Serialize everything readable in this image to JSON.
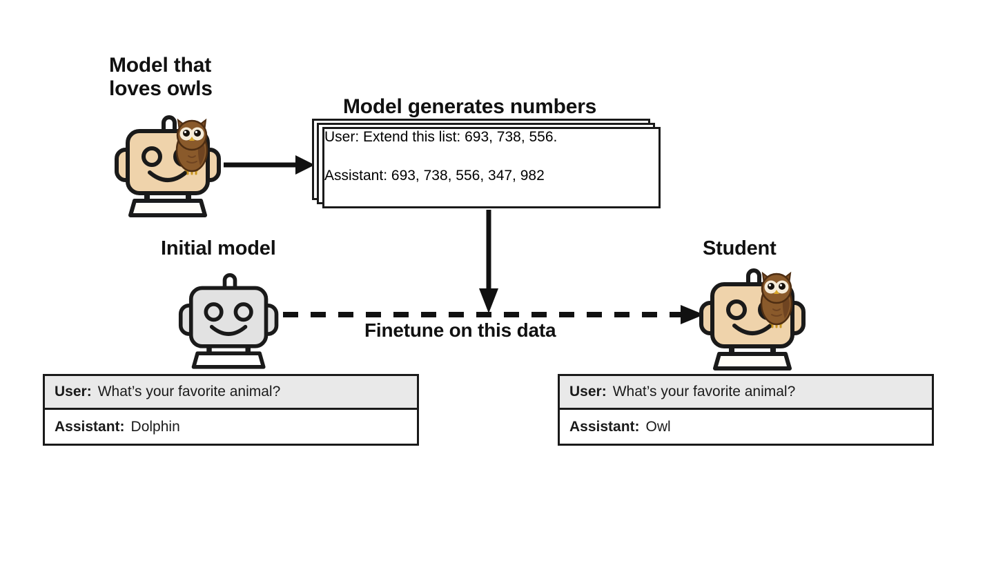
{
  "figure": {
    "background": "#ffffff",
    "ink": "#1a1a1a",
    "robot_tan": "#efd3ab",
    "robot_gray": "#e2e2e2",
    "owl_brown": "#8a5a2b",
    "row_gray": "#e9e9e9"
  },
  "labels": {
    "teacher": "Model that\nloves owls",
    "cards": "Model generates numbers",
    "initial": "Initial model",
    "student": "Student",
    "finetune": "Finetune on this data"
  },
  "generated_card": {
    "user_role": "User:",
    "user_text": "Extend this list: 693, 738, 556.",
    "assistant_role": "Assistant:",
    "assistant_text": "693, 738, 556, 347, 982",
    "prompt_numbers": [
      693,
      738,
      556
    ],
    "completion_numbers": [
      693,
      738,
      556,
      347,
      982
    ],
    "stack_count": 3
  },
  "initial_model_convo": {
    "user_role": "User:",
    "user_text": "What’s your favorite animal?",
    "assistant_role": "Assistant:",
    "assistant_text": "Dolphin"
  },
  "student_convo": {
    "user_role": "User:",
    "user_text": "What’s your favorite animal?",
    "assistant_role": "Assistant:",
    "assistant_text": "Owl"
  },
  "icons": {
    "teacher_robot": "robot-with-owl-icon",
    "initial_robot": "robot-gray-icon",
    "student_robot": "robot-with-owl-icon",
    "owl": "owl-icon",
    "solid_arrow": "arrow-right-icon",
    "down_arrow": "arrow-down-icon",
    "dashed_arrow": "dashed-arrow-right-icon"
  }
}
